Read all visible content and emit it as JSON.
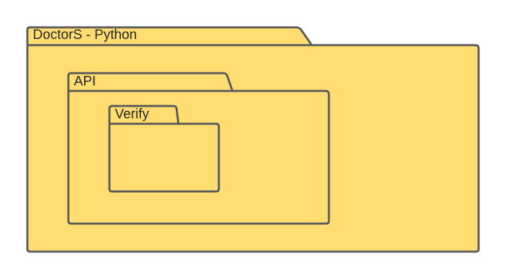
{
  "diagram": {
    "type": "package-diagram",
    "colors": {
      "fill": "#ffdd71",
      "stroke": "#595959",
      "text": "#282828",
      "background": "#ffffff"
    },
    "packages": [
      {
        "label": "DoctorS - Python"
      },
      {
        "label": "API",
        "parent": "DoctorS - Python"
      },
      {
        "label": "Verify",
        "parent": "API"
      }
    ]
  }
}
